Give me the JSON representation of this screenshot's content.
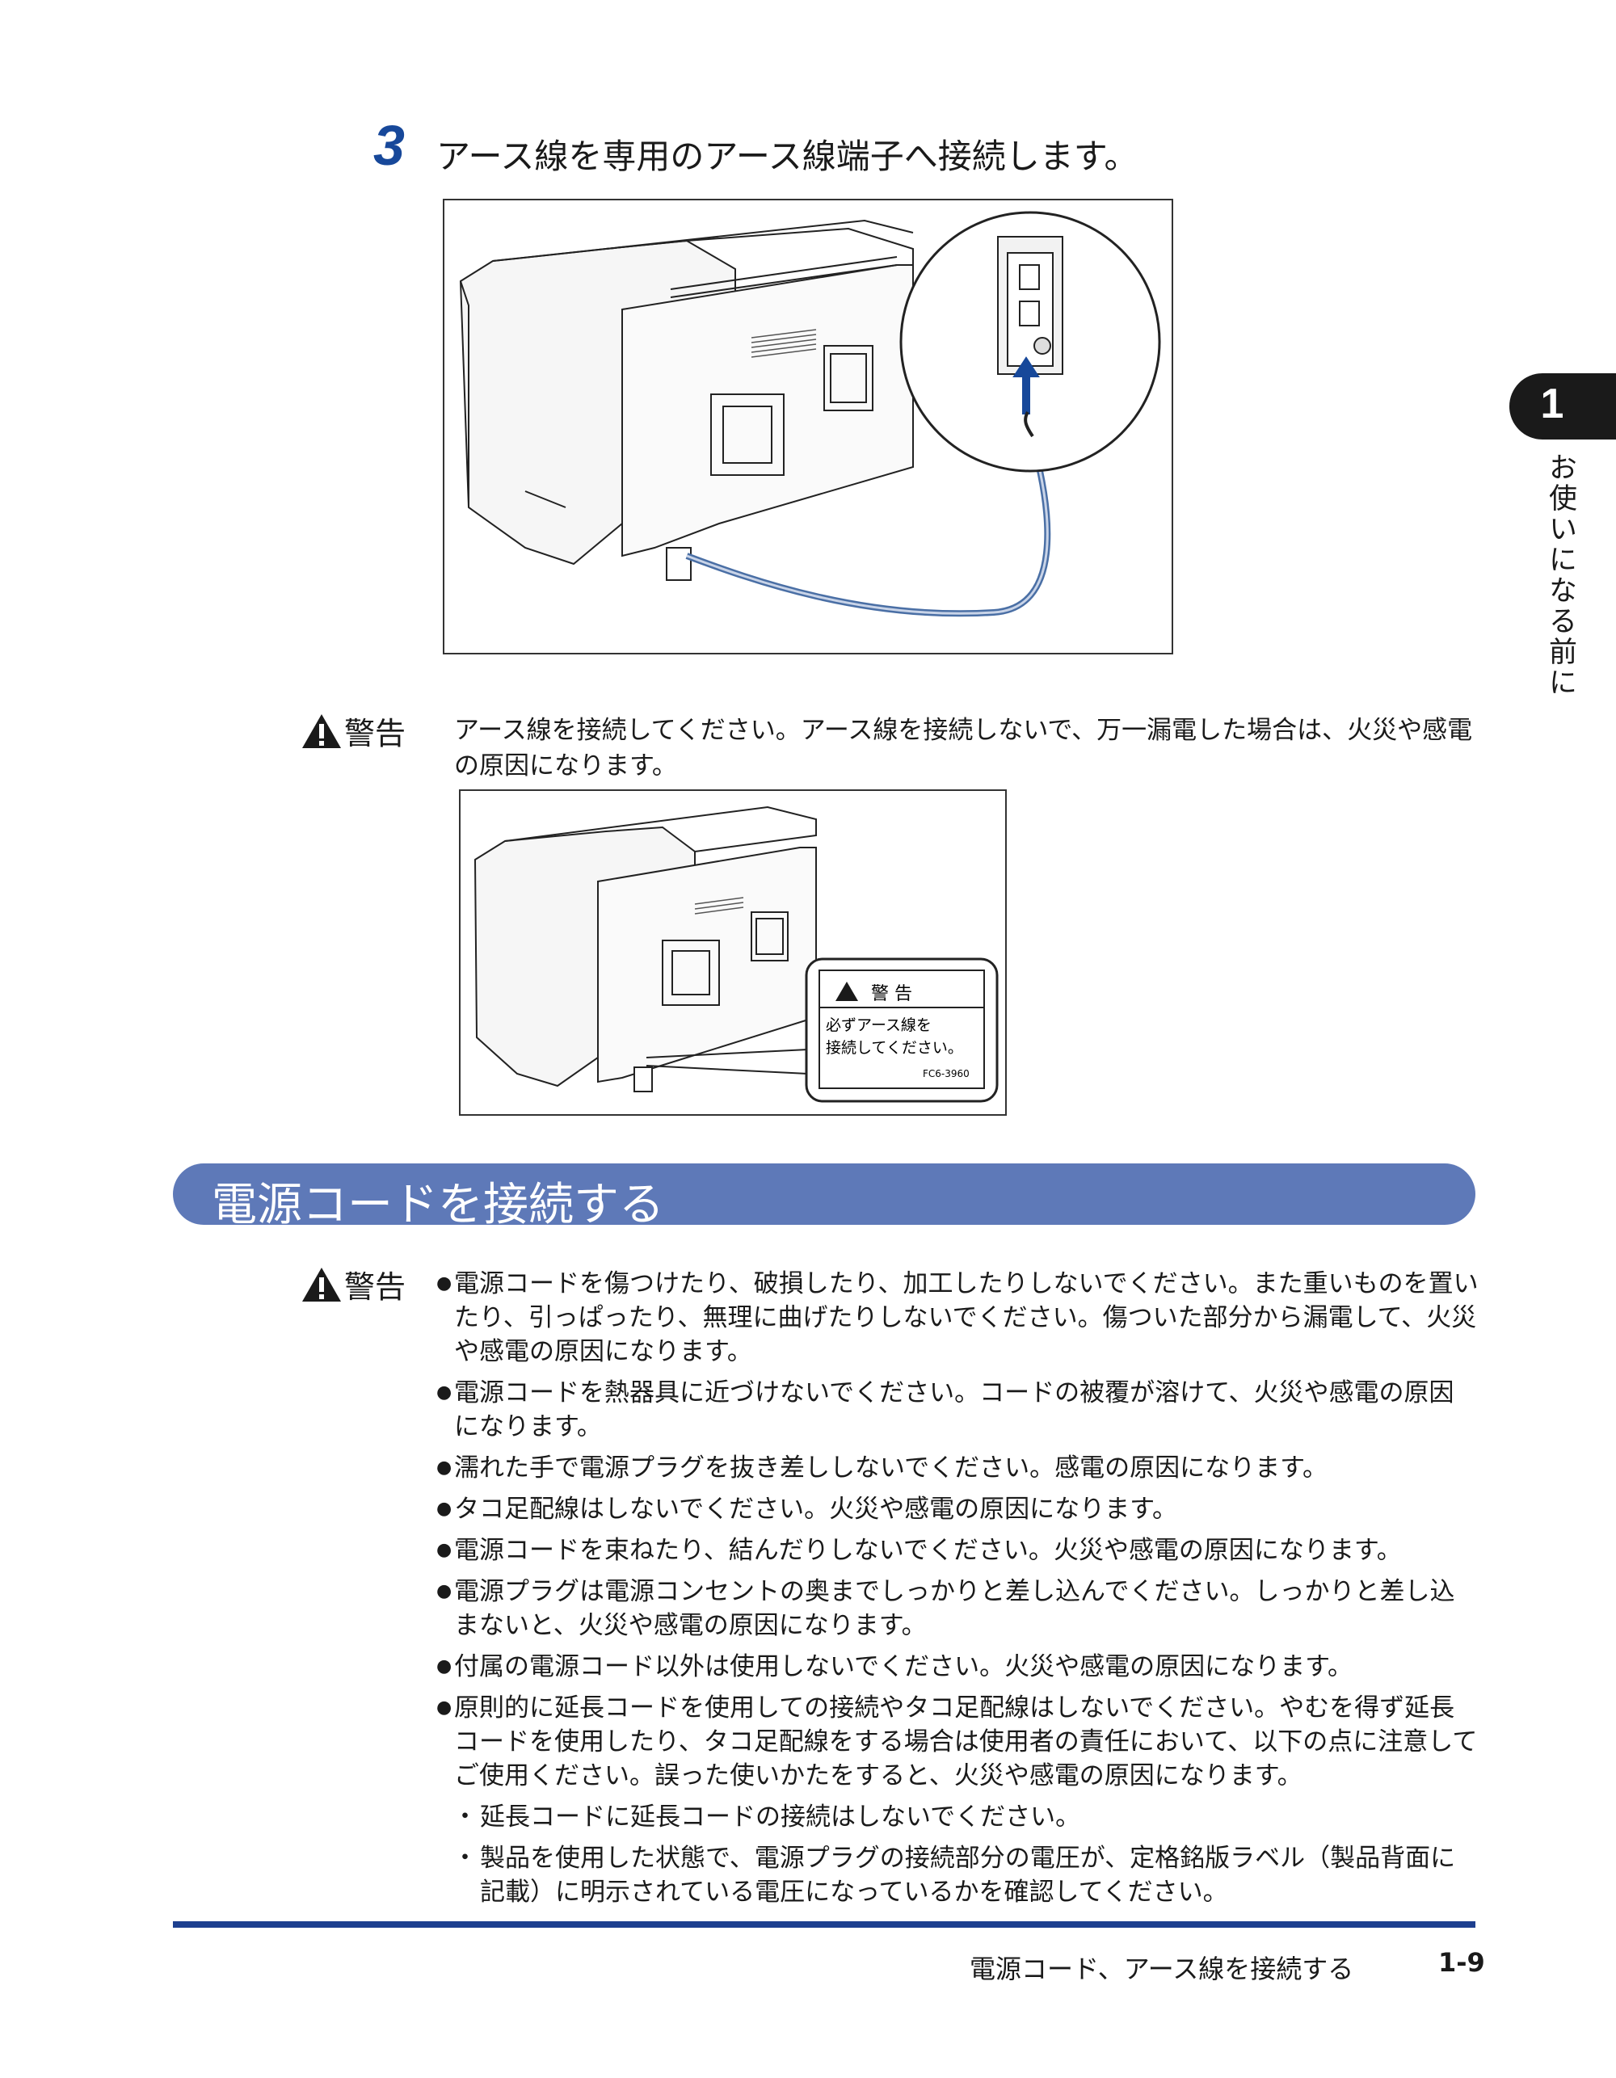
{
  "step": {
    "number": "3",
    "text": "アース線を専用のアース線端子へ接続します。"
  },
  "warning1": {
    "label": "警告",
    "text": "アース線を接続してください。アース線を接続しないで、万一漏電した場合は、火災や感電の原因になります。"
  },
  "figure2_label": {
    "title": "警 告",
    "line1": "必ずアース線を",
    "line2": "接続してください。",
    "code": "FC6-3960"
  },
  "section": {
    "title": "電源コードを接続する"
  },
  "warning2": {
    "label": "警告",
    "items": [
      "電源コードを傷つけたり、破損したり、加工したりしないでください。また重いものを置いたり、引っぱったり、無理に曲げたりしないでください。傷ついた部分から漏電して、火災や感電の原因になります。",
      "電源コードを熱器具に近づけないでください。コードの被覆が溶けて、火災や感電の原因になります。",
      "濡れた手で電源プラグを抜き差ししないでください。感電の原因になります。",
      "タコ足配線はしないでください。火災や感電の原因になります。",
      "電源コードを束ねたり、結んだりしないでください。火災や感電の原因になります。",
      "電源プラグは電源コンセントの奥までしっかりと差し込んでください。しっかりと差し込まないと、火災や感電の原因になります。",
      "付属の電源コード以外は使用しないでください。火災や感電の原因になります。",
      "原則的に延長コードを使用しての接続やタコ足配線はしないでください。やむを得ず延長コードを使用したり、タコ足配線をする場合は使用者の責任において、以下の点に注意してご使用ください。誤った使いかたをすると、火災や感電の原因になります。"
    ],
    "subitems": [
      "延長コードに延長コードの接続はしないでください。",
      "製品を使用した状態で、電源プラグの接続部分の電圧が、定格銘版ラベル（製品背面に記載）に明示されている電圧になっているかを確認してください。"
    ]
  },
  "footer": {
    "title": "電源コード、アース線を接続する",
    "page": "1-9"
  },
  "side_tab": {
    "number": "1",
    "chapter": "お使いになる前に"
  }
}
